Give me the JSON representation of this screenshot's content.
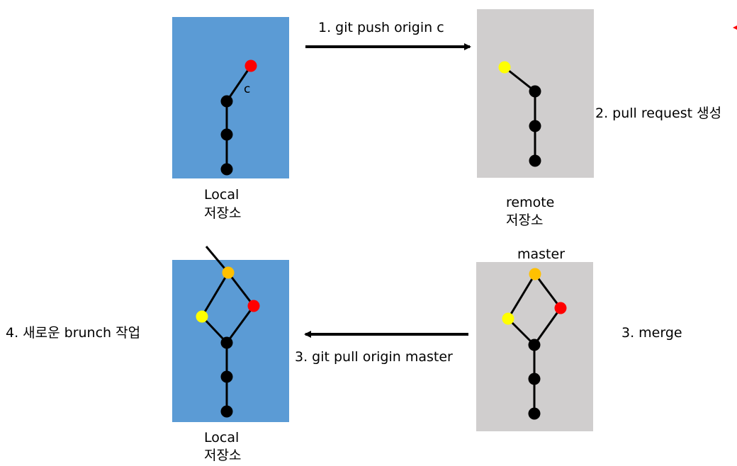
{
  "colors": {
    "local": "#5b9bd5",
    "remote": "#d0cece",
    "commit": "#000000",
    "commit_c": "#ff0000",
    "commit_remote_other": "#ffff00",
    "commit_merge": "#ffc000"
  },
  "panels": {
    "local_top": {
      "caption_line1": "Local",
      "caption_line2": "저장소",
      "commit_label": "c"
    },
    "remote_top": {
      "caption_line1": "remote",
      "caption_line2": "저장소"
    },
    "remote_bottom": {
      "branch_label": "master"
    },
    "local_bottom": {
      "caption_line1": "Local",
      "caption_line2": "저장소"
    }
  },
  "steps": {
    "push": "1. git push origin c",
    "pull_request": "2. pull request 생성",
    "merge": "3. merge",
    "pull": "3. git pull origin master",
    "new_branch": "4. 새로운 brunch 작업"
  }
}
